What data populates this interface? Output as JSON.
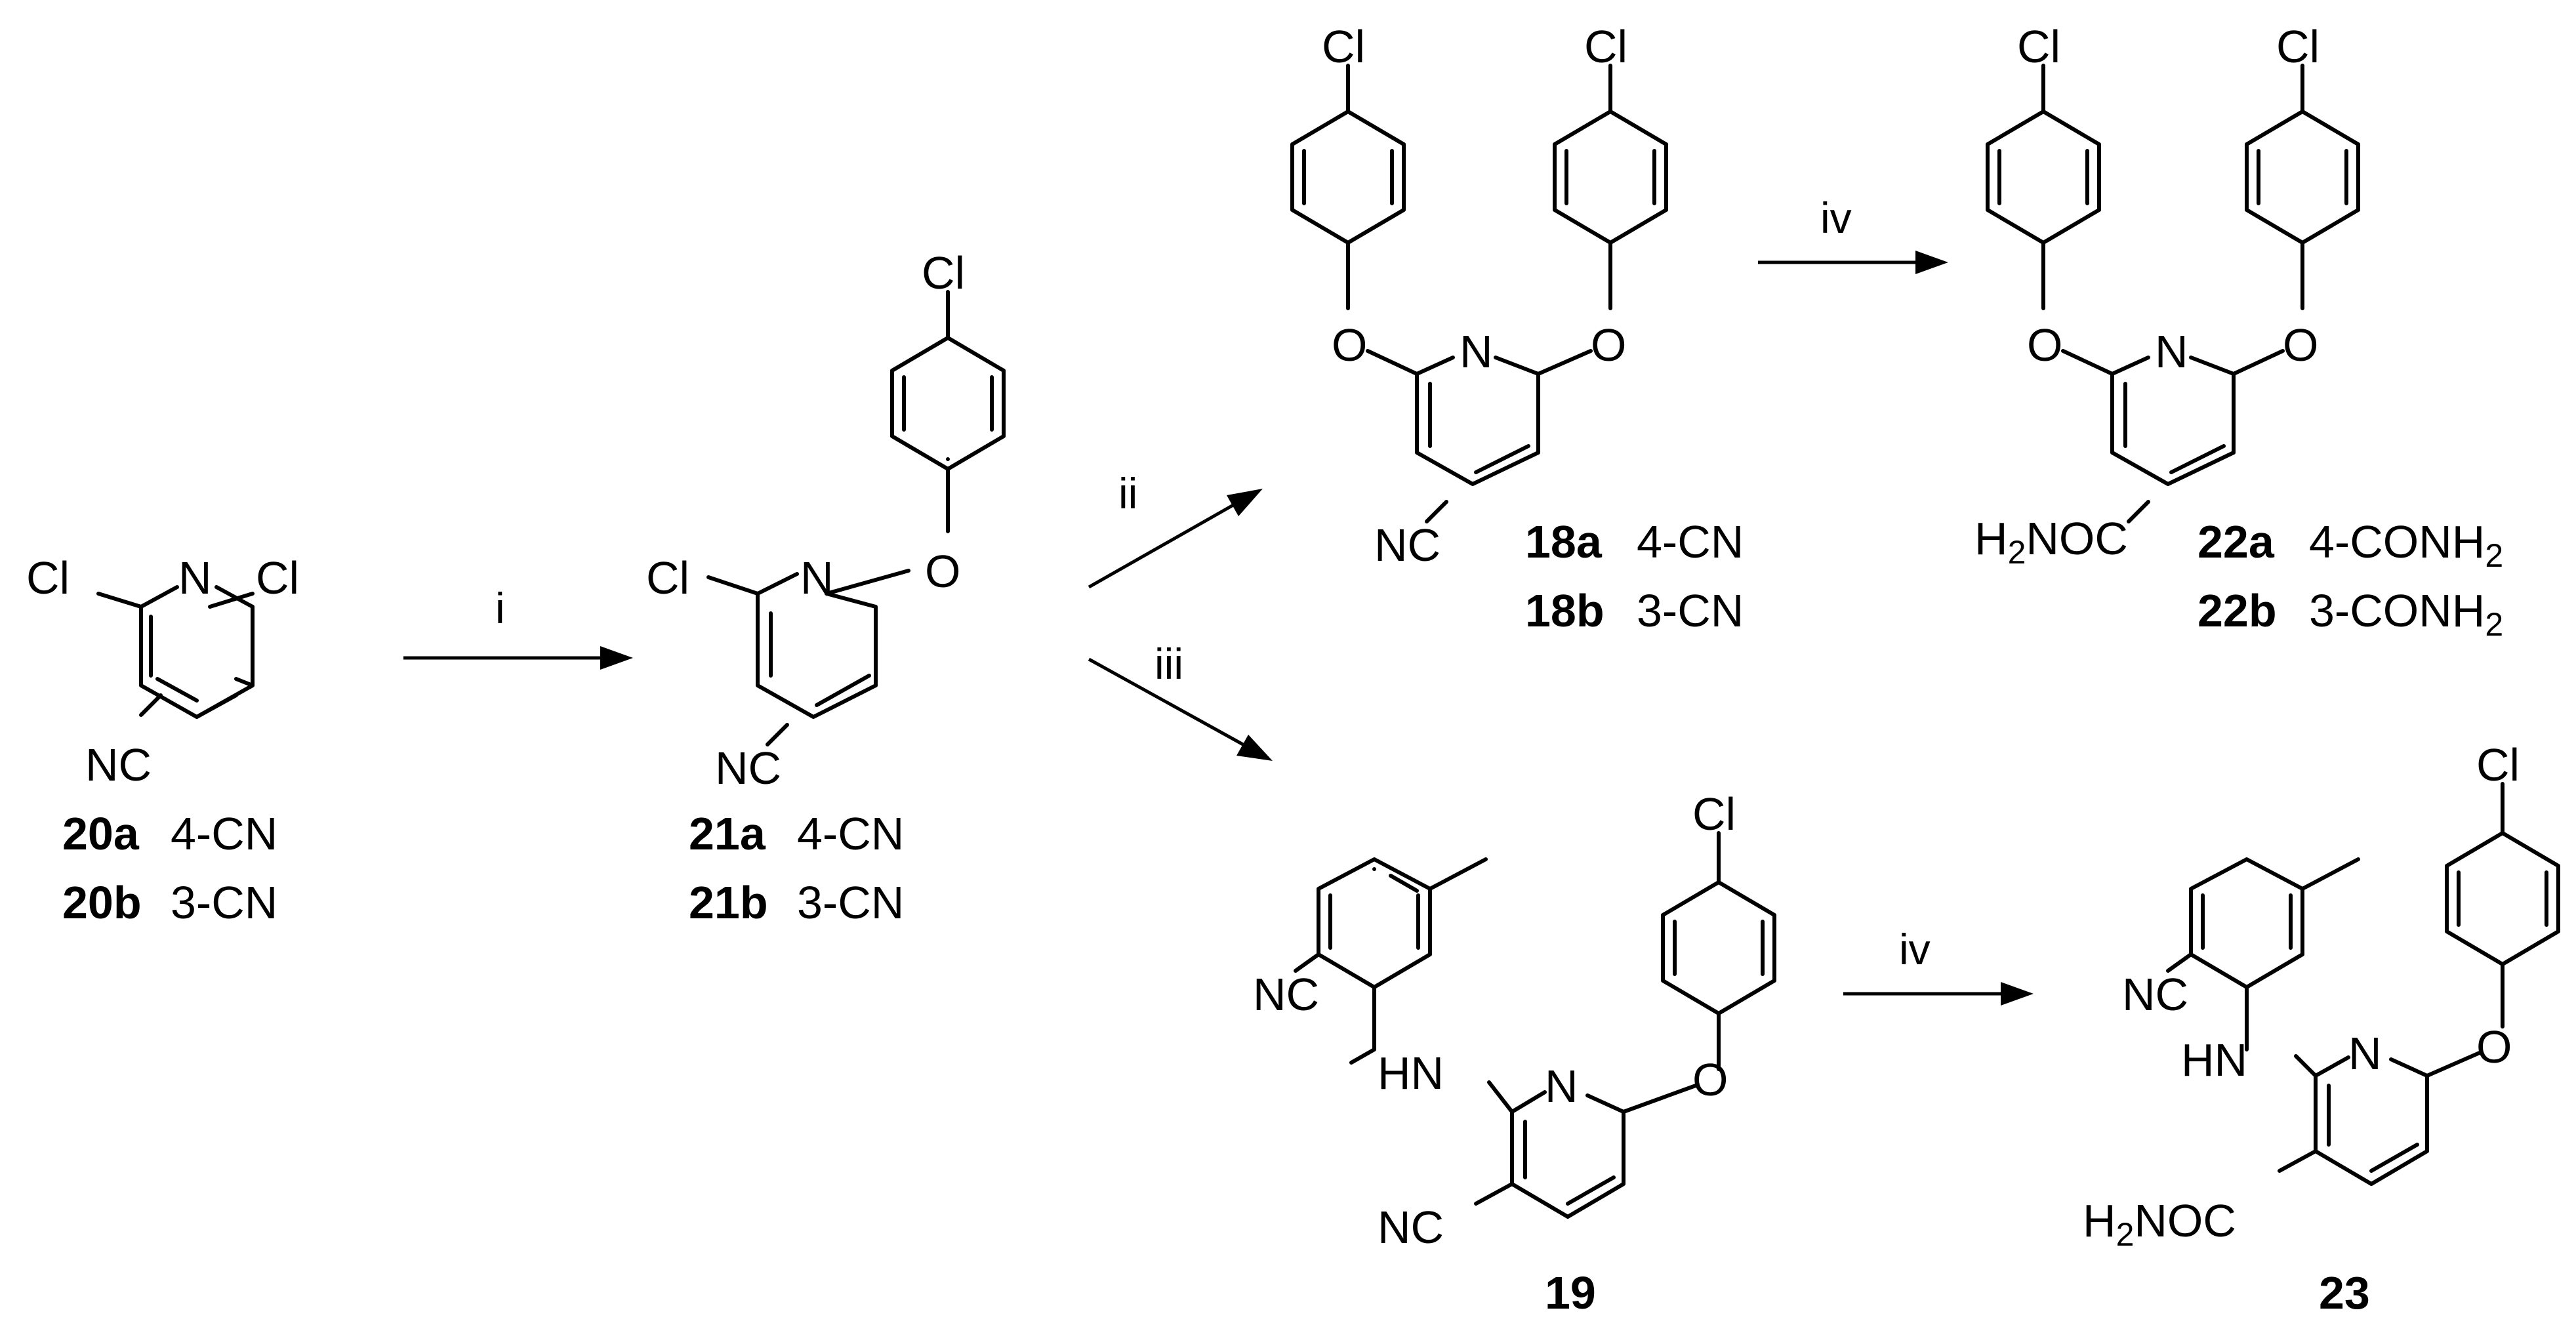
{
  "atoms": {
    "cl": "Cl",
    "n": "N",
    "o": "O",
    "nc": "NC",
    "hn": "HN",
    "h2noc_h": "H",
    "h2noc_2": "2",
    "h2noc_rest": "NOC"
  },
  "steps": {
    "i": "i",
    "ii": "ii",
    "iii": "iii",
    "iv": "iv"
  },
  "compounds": {
    "c20a_id": "20a",
    "c20a_sub": "4-CN",
    "c20b_id": "20b",
    "c20b_sub": "3-CN",
    "c21a_id": "21a",
    "c21a_sub": "4-CN",
    "c21b_id": "21b",
    "c21b_sub": "3-CN",
    "c18a_id": "18a",
    "c18a_sub": "4-CN",
    "c18b_id": "18b",
    "c18b_sub": "3-CN",
    "c22a_id": "22a",
    "c22a_sub": "4-CONH",
    "c22a_sub2": "2",
    "c22b_id": "22b",
    "c22b_sub": "3-CONH",
    "c22b_sub2": "2",
    "c19_id": "19",
    "c23_id": "23"
  }
}
